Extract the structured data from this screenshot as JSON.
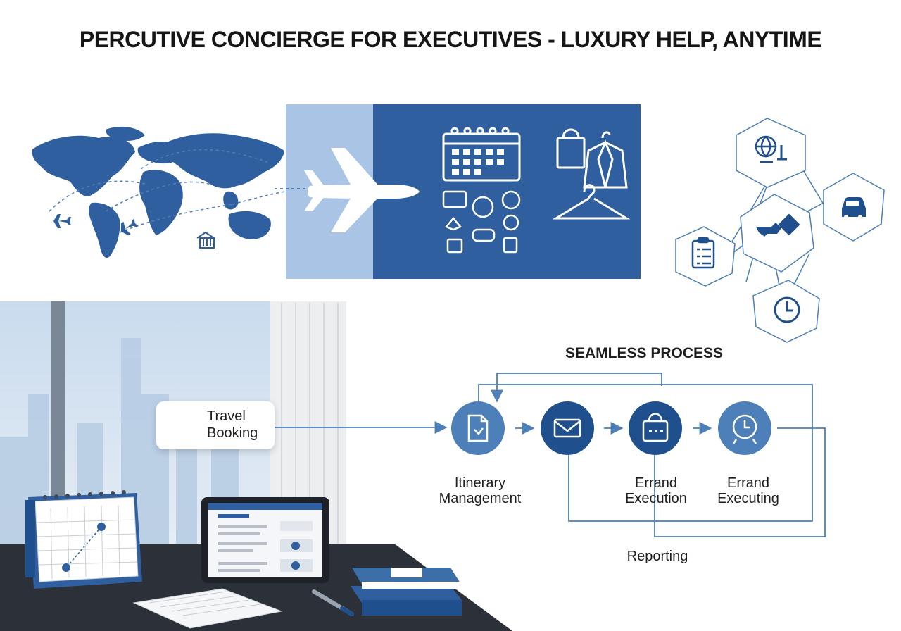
{
  "title": "PERCUTIVE CONCIERGE FOR EXECUTIVES - LUXURY HELP, ANYTIME",
  "process": {
    "title": "SEAMLESS PROCESS",
    "travel_card": {
      "line1": "Travel",
      "line2": "Booking"
    },
    "steps": [
      {
        "line1": "Itinerary",
        "line2": "Management",
        "icon": "document-icon"
      },
      {
        "line1": "",
        "line2": "",
        "icon": "envelope-icon"
      },
      {
        "line1": "Errand",
        "line2": "Execution",
        "icon": "shopping-bag-icon"
      },
      {
        "line1": "Errand",
        "line2": "Executing",
        "icon": "clock-icon"
      }
    ],
    "reporting": "Reporting"
  },
  "hex_cluster": {
    "icons": [
      "globe-icon",
      "car-icon",
      "handshake-icon",
      "clipboard-icon",
      "clock-icon"
    ]
  },
  "colors": {
    "brand_blue": "#2f5f9e",
    "dark_blue": "#1f4f8c",
    "light_blue": "#a9c4e4",
    "line_blue": "#4d7fb8"
  }
}
